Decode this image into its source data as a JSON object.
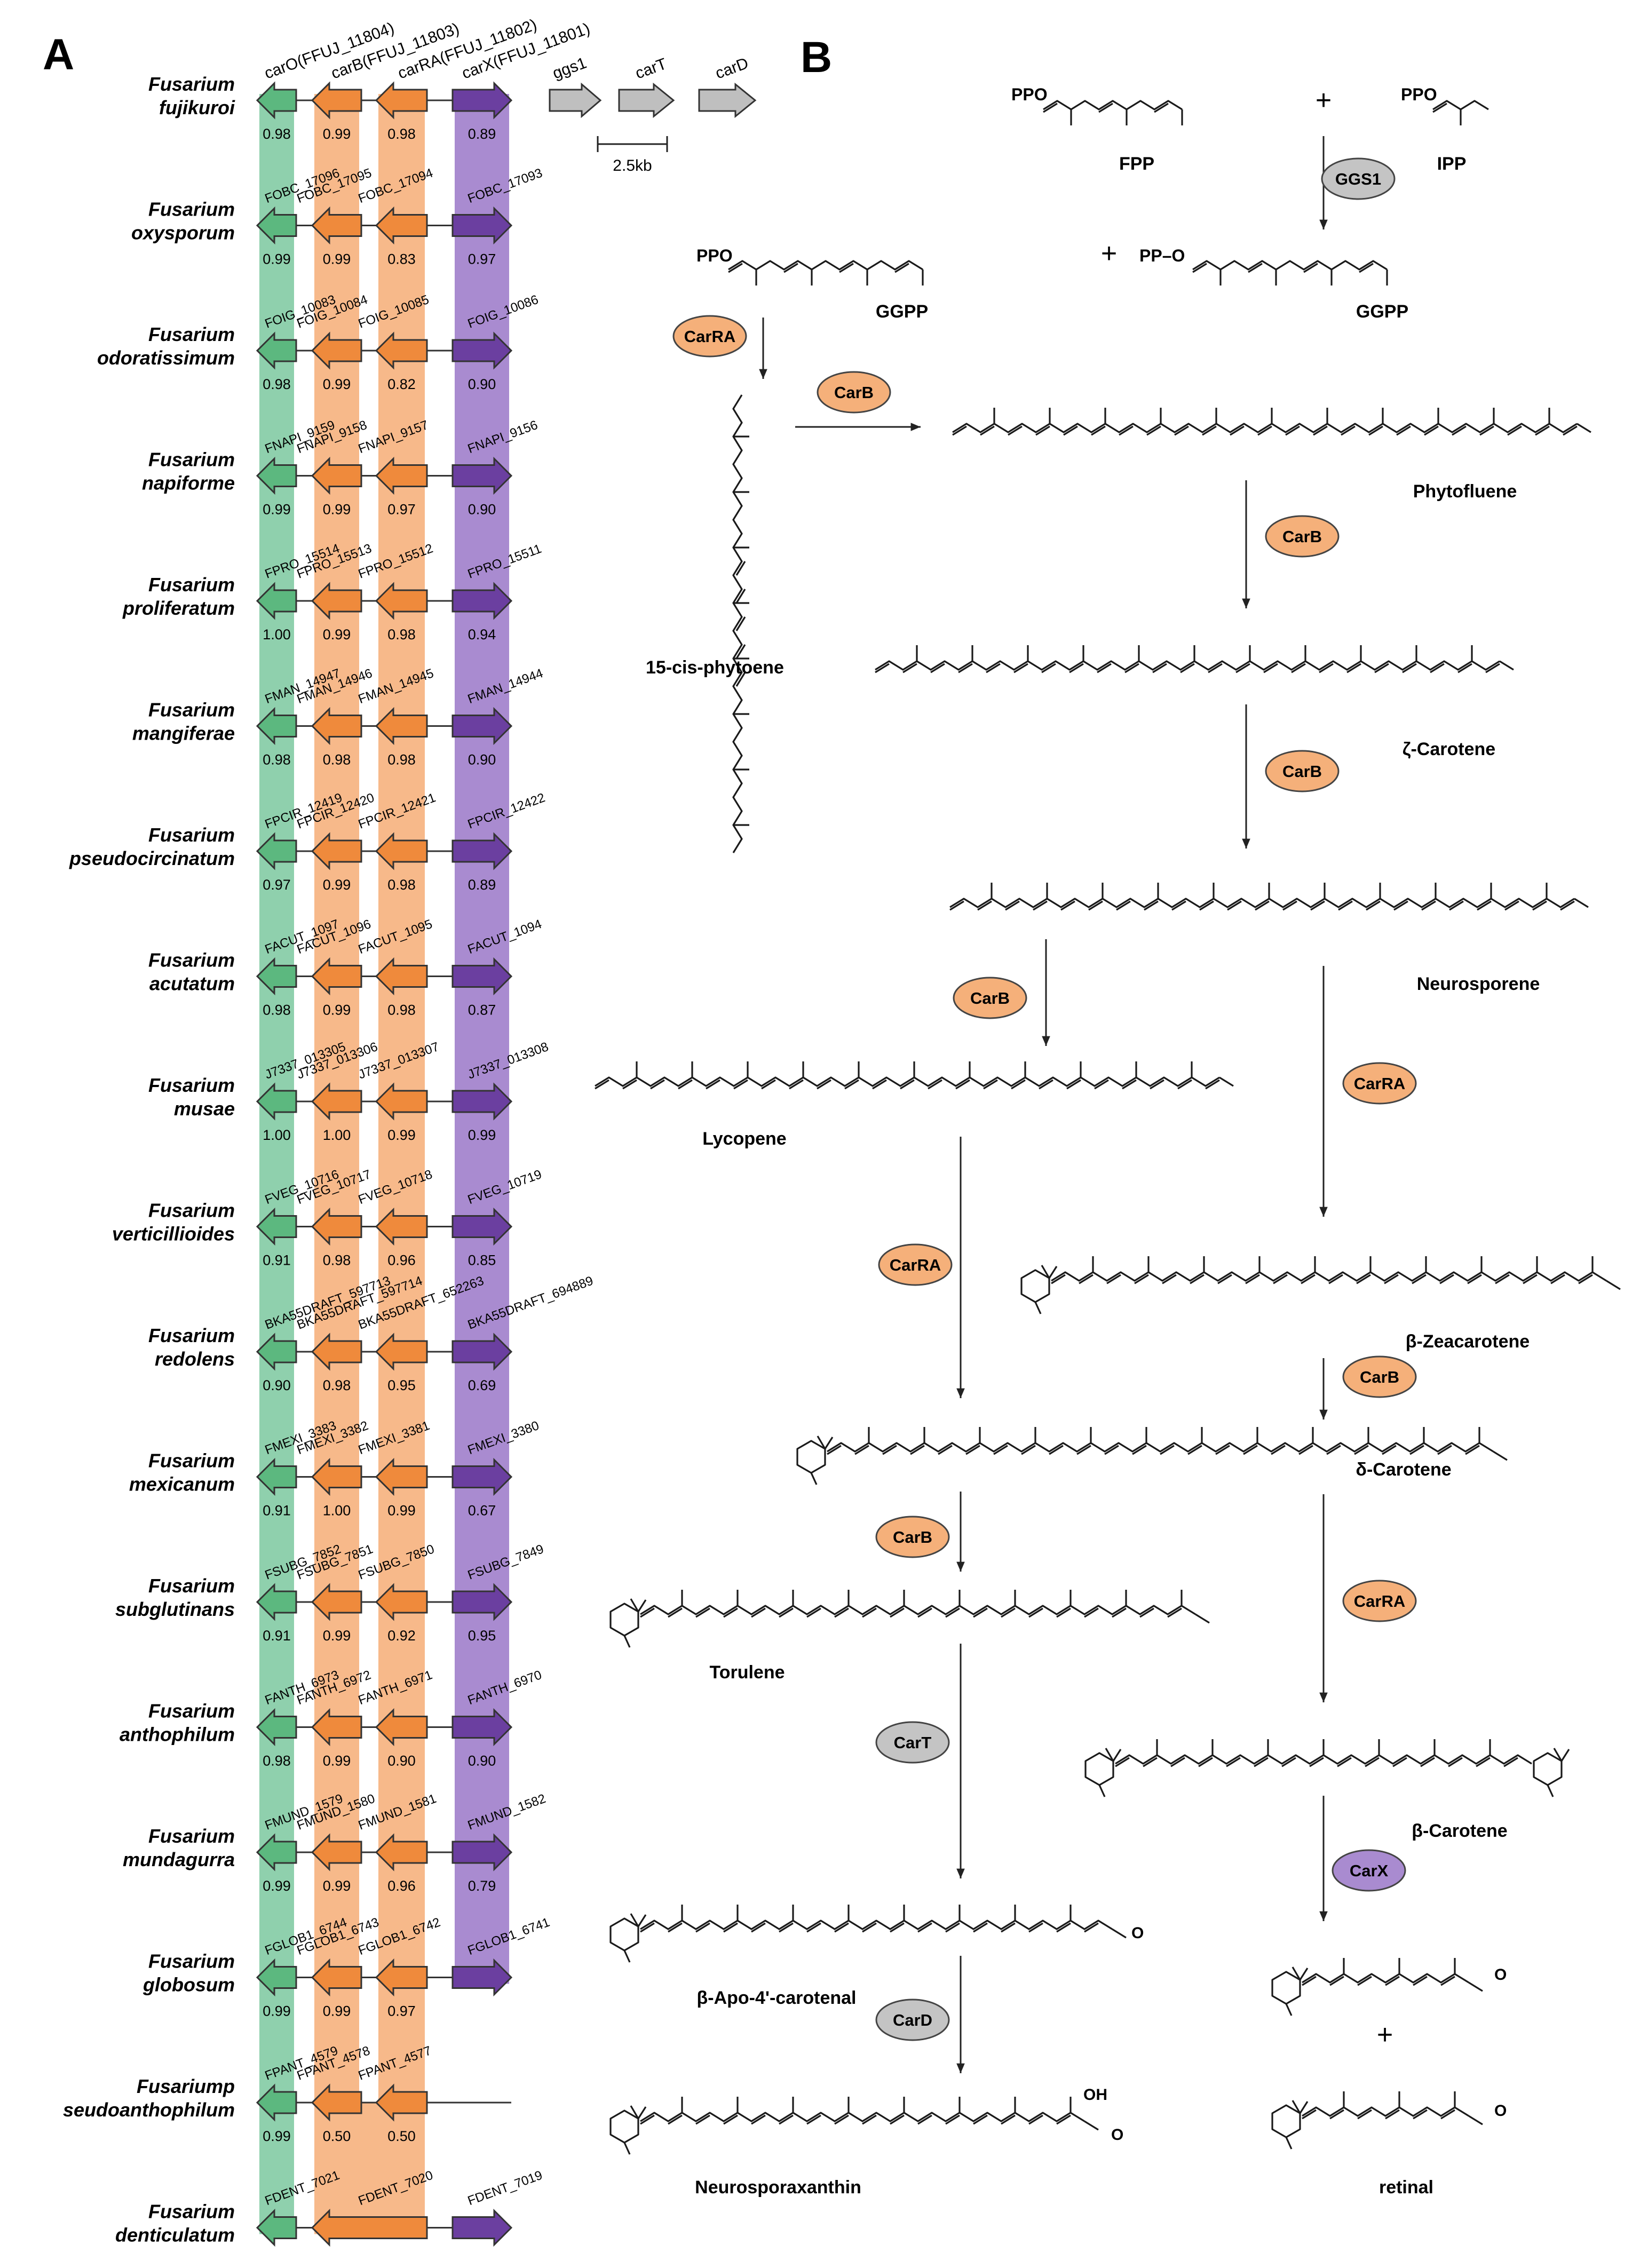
{
  "panels": {
    "a": "A",
    "b": "B"
  },
  "colors": {
    "carO": "#5cb87f",
    "carB": "#ef8a3c",
    "carRA": "#ef8a3c",
    "carX": "#6b3fa0",
    "grey": "#bfbfbf",
    "band_carO": "#8fd0ad",
    "band_carB": "#f7b98a",
    "band_carX": "#a98bd0",
    "enzyme_orange": "#f5b07a",
    "enzyme_grey": "#c4c4c4",
    "enzyme_purple": "#a98bd0"
  },
  "panel_a": {
    "header_genes": [
      "carO(FFUJ_11804)",
      "carB(FFUJ_11803)",
      "carRA(FFUJ_11802)",
      "carX(FFUJ_11801)",
      "ggs1",
      "carT",
      "carD"
    ],
    "scale_label": "2.5kb",
    "species": [
      {
        "genus": "Fusarium",
        "epithet": "fujikuroi",
        "genes": [],
        "values": [
          "0.98",
          "0.99",
          "0.98",
          "0.89"
        ]
      },
      {
        "genus": "Fusarium",
        "epithet": "oxysporum",
        "genes": [
          "FOBC_17096",
          "FOBC_17095",
          "FOBC_17094",
          "FOBC_17093"
        ],
        "values": [
          "0.99",
          "0.99",
          "0.83",
          "0.97"
        ]
      },
      {
        "genus": "Fusarium",
        "epithet": "odoratissimum",
        "genes": [
          "FOIG_10083",
          "FOIG_10084",
          "FOIG_10085",
          "FOIG_10086"
        ],
        "values": [
          "0.98",
          "0.99",
          "0.82",
          "0.90"
        ]
      },
      {
        "genus": "Fusarium",
        "epithet": "napiforme",
        "genes": [
          "FNAPI_9159",
          "FNAPI_9158",
          "FNAPI_9157",
          "FNAPI_9156"
        ],
        "values": [
          "0.99",
          "0.99",
          "0.97",
          "0.90"
        ]
      },
      {
        "genus": "Fusarium",
        "epithet": "proliferatum",
        "genes": [
          "FPRO_15514",
          "FPRO_15513",
          "FPRO_15512",
          "FPRO_15511"
        ],
        "values": [
          "1.00",
          "0.99",
          "0.98",
          "0.94"
        ]
      },
      {
        "genus": "Fusarium",
        "epithet": "mangiferae",
        "genes": [
          "FMAN_14947",
          "FMAN_14946",
          "FMAN_14945",
          "FMAN_14944"
        ],
        "values": [
          "0.98",
          "0.98",
          "0.98",
          "0.90"
        ]
      },
      {
        "genus": "Fusarium",
        "epithet": "pseudocircinatum",
        "genes": [
          "FPCIR_12419",
          "FPCIR_12420",
          "FPCIR_12421",
          "FPCIR_12422"
        ],
        "values": [
          "0.97",
          "0.99",
          "0.98",
          "0.89"
        ]
      },
      {
        "genus": "Fusarium",
        "epithet": "acutatum",
        "genes": [
          "FACUT_1097",
          "FACUT_1096",
          "FACUT_1095",
          "FACUT_1094"
        ],
        "values": [
          "0.98",
          "0.99",
          "0.98",
          "0.87"
        ]
      },
      {
        "genus": "Fusarium",
        "epithet": "musae",
        "genes": [
          "J7337_013305",
          "J7337_013306",
          "J7337_013307",
          "J7337_013308"
        ],
        "values": [
          "1.00",
          "1.00",
          "0.99",
          "0.99"
        ]
      },
      {
        "genus": "Fusarium",
        "epithet": "verticillioides",
        "genes": [
          "FVEG_10716",
          "FVEG_10717",
          "FVEG_10718",
          "FVEG_10719"
        ],
        "values": [
          "0.91",
          "0.98",
          "0.96",
          "0.85"
        ]
      },
      {
        "genus": "Fusarium",
        "epithet": "redolens",
        "genes": [
          "BKA55DRAFT_597713",
          "BKA55DRAFT_597714",
          "BKA55DRAFT_652263",
          "BKA55DRAFT_694889"
        ],
        "values": [
          "0.90",
          "0.98",
          "0.95",
          "0.69"
        ]
      },
      {
        "genus": "Fusarium",
        "epithet": "mexicanum",
        "genes": [
          "FMEXI_3383",
          "FMEXI_3382",
          "FMEXI_3381",
          "FMEXI_3380"
        ],
        "values": [
          "0.91",
          "1.00",
          "0.99",
          "0.67"
        ]
      },
      {
        "genus": "Fusarium",
        "epithet": "subglutinans",
        "genes": [
          "FSUBG_7852",
          "FSUBG_7851",
          "FSUBG_7850",
          "FSUBG_7849"
        ],
        "values": [
          "0.91",
          "0.99",
          "0.92",
          "0.95"
        ]
      },
      {
        "genus": "Fusarium",
        "epithet": "anthophilum",
        "genes": [
          "FANTH_6973",
          "FANTH_6972",
          "FANTH_6971",
          "FANTH_6970"
        ],
        "values": [
          "0.98",
          "0.99",
          "0.90",
          "0.90"
        ]
      },
      {
        "genus": "Fusarium",
        "epithet": "mundagurra",
        "genes": [
          "FMUND_1579",
          "FMUND_1580",
          "FMUND_1581",
          "FMUND_1582"
        ],
        "values": [
          "0.99",
          "0.99",
          "0.96",
          "0.79"
        ]
      },
      {
        "genus": "Fusarium",
        "epithet": "globosum",
        "genes": [
          "FGLOB1_6744",
          "FGLOB1_6743",
          "FGLOB1_6742",
          "FGLOB1_6741"
        ],
        "values": [
          "0.99",
          "0.99",
          "0.97",
          ""
        ]
      },
      {
        "genus": "Fusariump",
        "epithet": "seudoanthophilum",
        "genes": [
          "FPANT_4579",
          "FPANT_4578",
          "FPANT_4577",
          ""
        ],
        "values": [
          "0.99",
          "0.50",
          "0.50",
          ""
        ]
      },
      {
        "genus": "Fusarium",
        "epithet": "denticulatum",
        "genes": [
          "FDENT_7021",
          "",
          "FDENT_7020",
          "FDENT_7019"
        ],
        "values": []
      }
    ]
  },
  "panel_b": {
    "molecules": {
      "fpp": "FPP",
      "ipp": "IPP",
      "ggpp1": "GGPP",
      "ggpp2": "GGPP",
      "phytoene": "15-cis-phytoene",
      "phytofluene": "Phytofluene",
      "zeta": "ζ-Carotene",
      "neurosporene": "Neurosporene",
      "lycopene": "Lycopene",
      "beta_zea": "β-Zeacarotene",
      "delta": "δ-Carotene",
      "torulene": "Torulene",
      "beta_car": "β-Carotene",
      "apo": "β-Apo-4'-carotenal",
      "neuro_x": "Neurosporaxanthin",
      "retinal": "retinal"
    },
    "groups": {
      "ppo1": "PPO",
      "ppo2": "PPO",
      "ppo3": "PPO",
      "ppo4": "PP–O",
      "oh": "OH",
      "o1": "O",
      "o2": "O",
      "o3": "O"
    },
    "plus": "+",
    "enzymes": {
      "ggs1": "GGS1",
      "carra1": "CarRA",
      "carb1": "CarB",
      "carb2": "CarB",
      "carb3": "CarB",
      "carb4": "CarB",
      "carra2": "CarRA",
      "carra3": "CarRA",
      "carb5": "CarB",
      "carb6": "CarB",
      "carra4": "CarRA",
      "cart": "CarT",
      "carx": "CarX",
      "card": "CarD"
    }
  }
}
